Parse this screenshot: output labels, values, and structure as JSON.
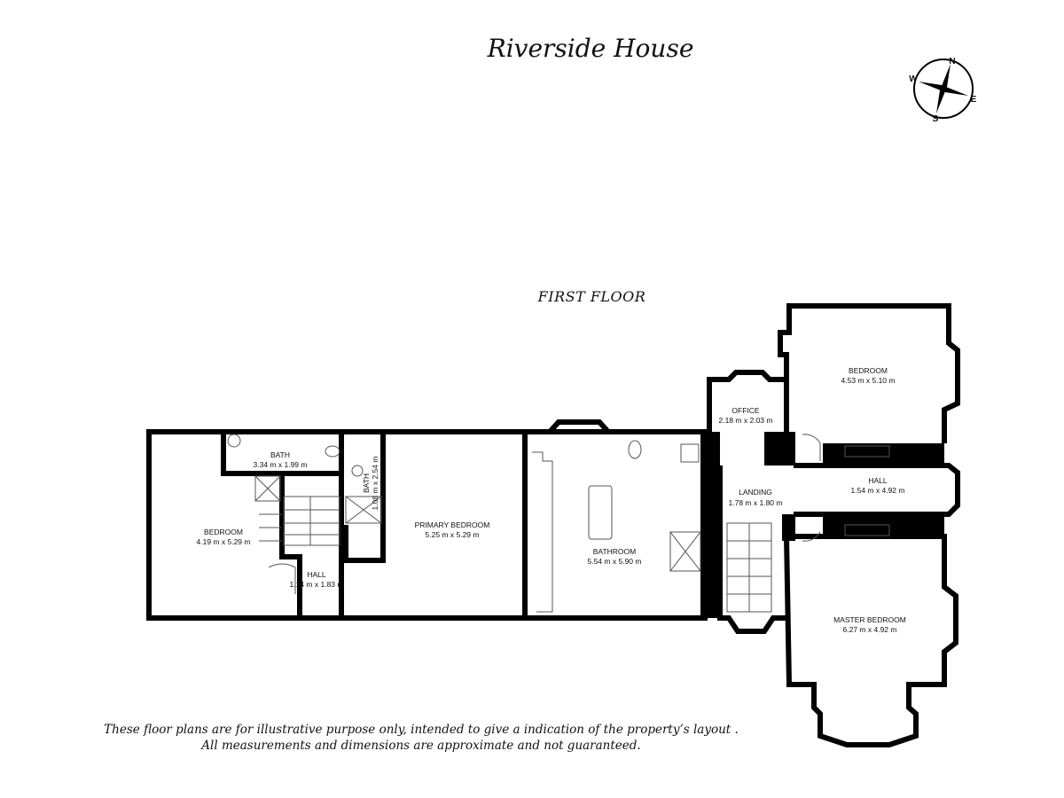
{
  "title": "Riverside House",
  "floor_label": "FIRST FLOOR",
  "compass": {
    "n": "N",
    "e": "E",
    "s": "S",
    "w": "W"
  },
  "rooms": [
    {
      "name": "BEDROOM",
      "size": "4.19 m x 5.29 m"
    },
    {
      "name": "BATH",
      "size": "3.34 m x 1.99 m"
    },
    {
      "name": "HALL",
      "size": "1.14 m x 1.83 m"
    },
    {
      "name": "BATH",
      "size": "1.08 m x 2.54 m"
    },
    {
      "name": "PRIMARY BEDROOM",
      "size": "5.25 m x 5.29 m"
    },
    {
      "name": "BATHROOM",
      "size": "5.54 m x 5.90 m"
    },
    {
      "name": "OFFICE",
      "size": "2.18 m x 2.03 m"
    },
    {
      "name": "LANDING",
      "size": "1.78 m x 1.80 m"
    },
    {
      "name": "BEDROOM",
      "size": "4.53 m x 5.10 m"
    },
    {
      "name": "HALL",
      "size": "1.54 m x 4.92 m"
    },
    {
      "name": "MASTER BEDROOM",
      "size": "6.27 m x 4.92 m"
    }
  ],
  "disclaimer": {
    "line1": "These floor plans are for illustrative purpose only, intended to give a indication of the property’s layout .",
    "line2": "All measurements and dimensions are approximate and not guaranteed."
  }
}
